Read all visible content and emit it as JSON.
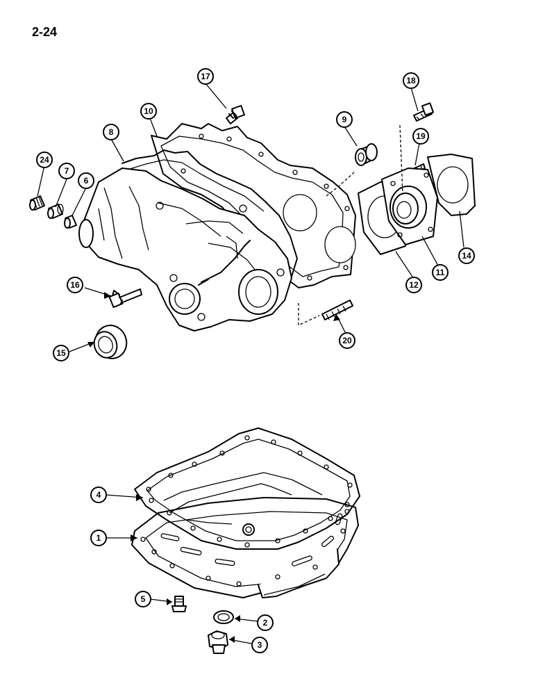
{
  "page": {
    "number": "2-24"
  },
  "callouts": [
    {
      "id": "c1",
      "label": "1"
    },
    {
      "id": "c2",
      "label": "2"
    },
    {
      "id": "c3",
      "label": "3"
    },
    {
      "id": "c4",
      "label": "4"
    },
    {
      "id": "c5",
      "label": "5"
    },
    {
      "id": "c6",
      "label": "6"
    },
    {
      "id": "c7",
      "label": "7"
    },
    {
      "id": "c8",
      "label": "8"
    },
    {
      "id": "c9",
      "label": "9"
    },
    {
      "id": "c10",
      "label": "10"
    },
    {
      "id": "c11",
      "label": "11"
    },
    {
      "id": "c12",
      "label": "12"
    },
    {
      "id": "c14",
      "label": "14"
    },
    {
      "id": "c15",
      "label": "15"
    },
    {
      "id": "c16",
      "label": "16"
    },
    {
      "id": "c17",
      "label": "17"
    },
    {
      "id": "c18",
      "label": "18"
    },
    {
      "id": "c19",
      "label": "19"
    },
    {
      "id": "c20",
      "label": "20"
    },
    {
      "id": "c24",
      "label": "24"
    }
  ]
}
